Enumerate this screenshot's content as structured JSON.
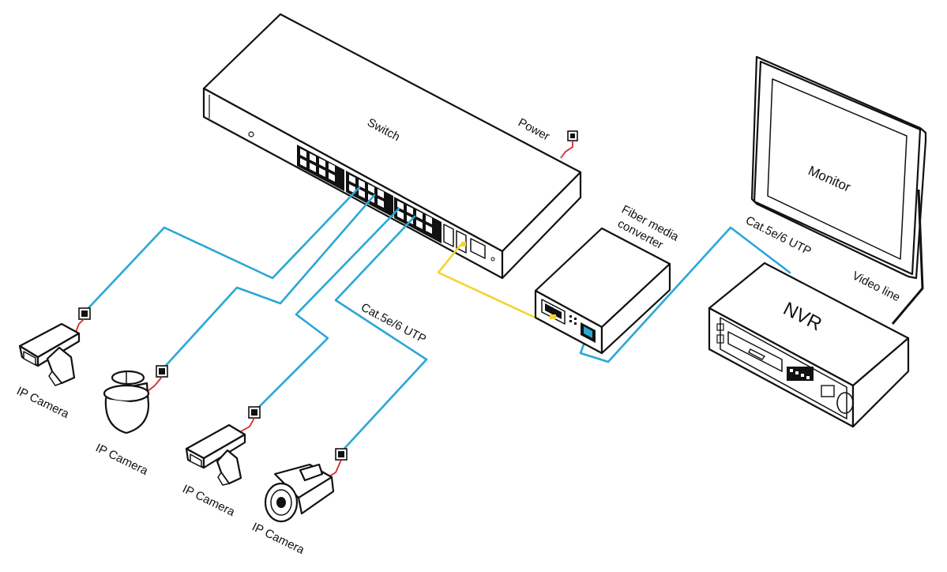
{
  "labels": {
    "switch": "Switch",
    "power": "Power",
    "fiber_line1": "Fiber media",
    "fiber_line2": "converter",
    "monitor": "Monitor",
    "cat_right": "Cat.5e/6 UTP",
    "video_line": "Video line",
    "nvr": "NVR",
    "cat_left": "Cat.5e/6 UTP",
    "camera1": "IP Camera",
    "camera2": "IP Camera",
    "camera3": "IP Camera",
    "camera4": "IP Camera"
  },
  "colors": {
    "utp_cable": "#2aa7d6",
    "fiber_cable": "#f2d431",
    "power_cable": "#d42a2a",
    "outline": "#111111"
  }
}
